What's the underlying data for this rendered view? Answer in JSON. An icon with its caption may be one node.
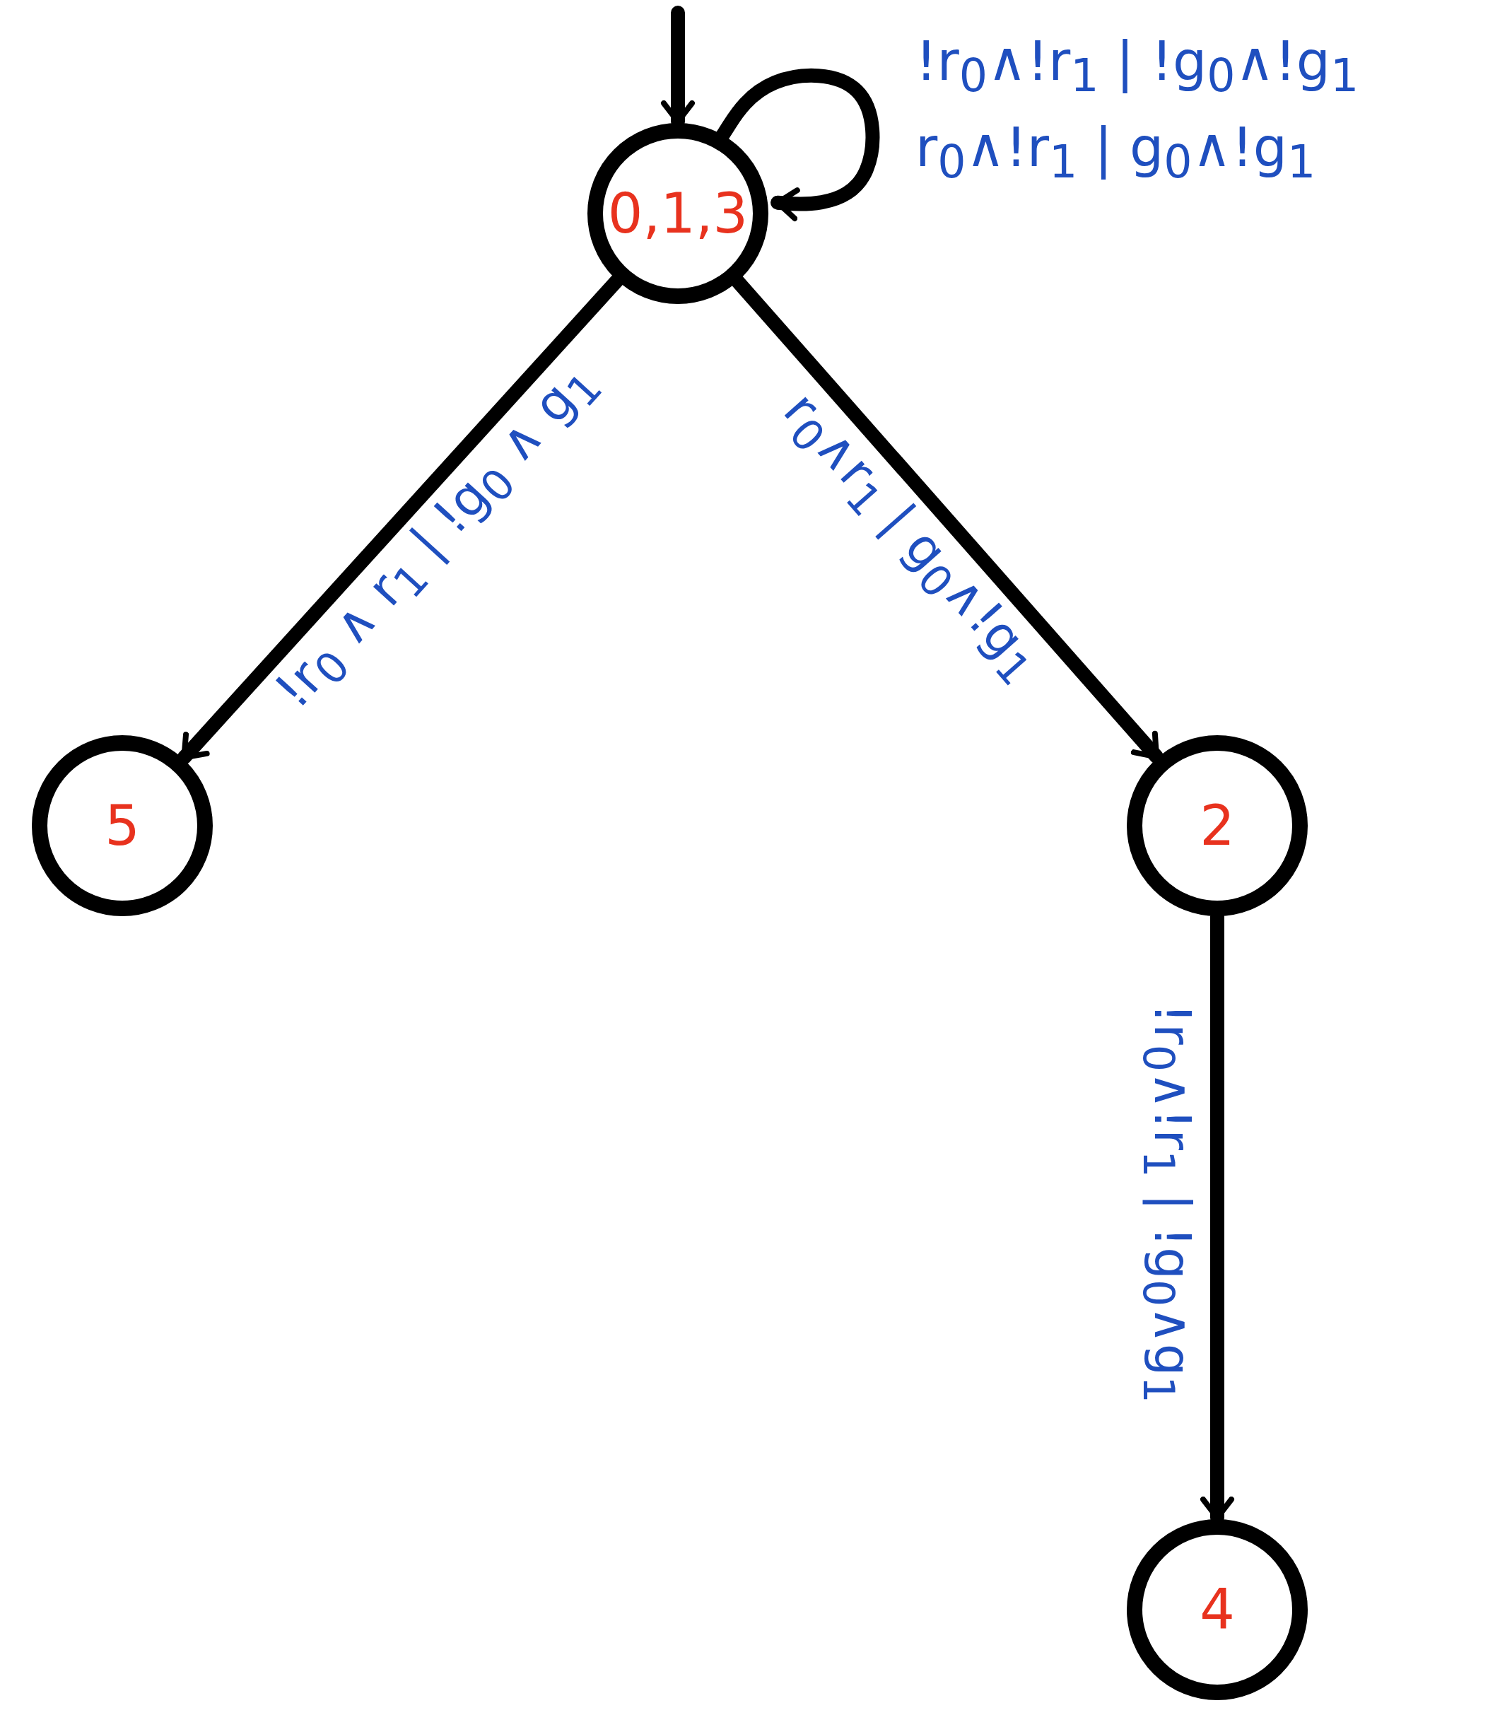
{
  "diagram": {
    "nodes": [
      {
        "text": [
          "0,1,3"
        ]
      },
      {
        "text": [
          "5"
        ]
      },
      {
        "text": [
          "2"
        ]
      },
      {
        "text": [
          "4"
        ]
      }
    ],
    "edges": [
      {
        "from": null,
        "to": 0,
        "arrow": "to"
      },
      {
        "from": 0,
        "to": 0,
        "arrow": "to",
        "label": "!r$_{0}$∧!r$_{1}$ | !g$_{0}$∧!g$_{1}$ r$_{0}$∧!r$_{1}$ | g$_{0}$∧!g$_{1}$"
      },
      {
        "from": 0,
        "to": 1,
        "arrow": "to",
        "label": "!r$_{0}$ ∧ r$_{1}$ | !g$_{0}$ ∧ g$_{1}$"
      },
      {
        "from": 0,
        "to": 2,
        "arrow": "to",
        "label": "r$_{0}$∧r$_{1}$ | g$_{0}$∧!g$_{1}$"
      },
      {
        "from": 2,
        "to": 3,
        "arrow": "to",
        "label": "!r$_{0}$∧!r$_{1}$ | !g$_{0}$∧g$_{1}$"
      }
    ]
  }
}
